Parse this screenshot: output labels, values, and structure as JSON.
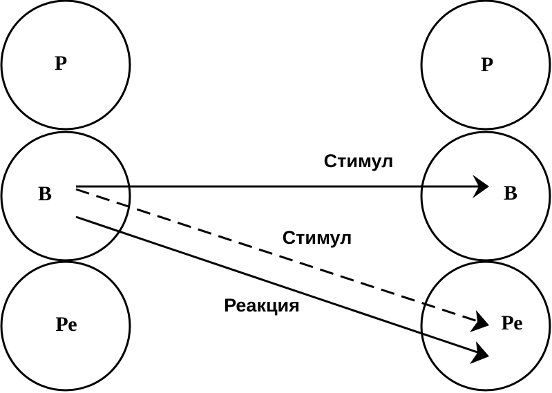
{
  "left_column": {
    "top_label": "Р",
    "middle_label": "В",
    "bottom_label": "Ре"
  },
  "right_column": {
    "top_label": "Р",
    "middle_label": "В",
    "bottom_label": "Ре"
  },
  "edges": {
    "top_stimulus_label": "Стимул",
    "dashed_stimulus_label": "Стимул",
    "reaction_label": "Реакция"
  },
  "colors": {
    "line": "#000000",
    "background": "#ffffff"
  }
}
